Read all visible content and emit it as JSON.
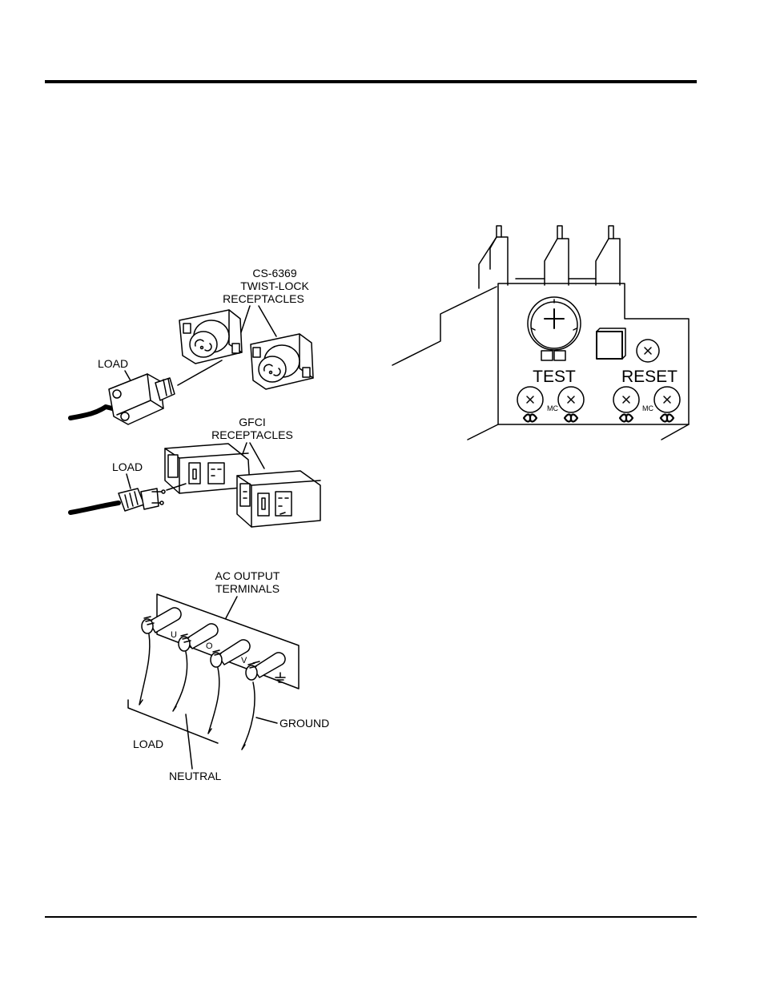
{
  "receptacles_figure": {
    "twistlock_label_1": "CS-6369",
    "twistlock_label_2": "TWIST-LOCK",
    "twistlock_label_3": "RECEPTACLES",
    "load_label_top": "LOAD",
    "gfci_label_1": "GFCI",
    "gfci_label_2": "RECEPTACLES",
    "load_label_gfci": "LOAD"
  },
  "terminals_figure": {
    "ac_output_label_1": "AC OUTPUT",
    "ac_output_label_2": "TERMINALS",
    "terminal_u": "U",
    "terminal_o": "O",
    "terminal_v": "V",
    "load_label": "LOAD",
    "neutral_label": "NEUTRAL",
    "ground_label": "GROUND"
  },
  "breaker_figure": {
    "test_label": "TEST",
    "reset_label": "RESET",
    "mc_label_left": "MC",
    "mc_label_right": "MC"
  }
}
